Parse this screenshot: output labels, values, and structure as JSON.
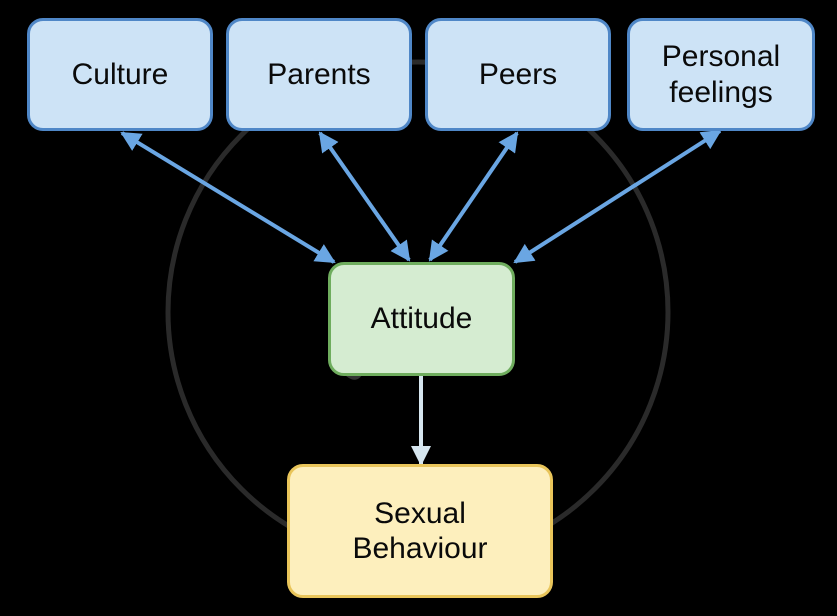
{
  "diagram": {
    "nodes": [
      {
        "id": "culture",
        "label": "Culture",
        "color": "blue"
      },
      {
        "id": "parents",
        "label": "Parents",
        "color": "blue"
      },
      {
        "id": "peers",
        "label": "Peers",
        "color": "blue"
      },
      {
        "id": "personal-feelings",
        "label": "Personal\nfeelings",
        "color": "blue"
      },
      {
        "id": "attitude",
        "label": "Attitude",
        "color": "green"
      },
      {
        "id": "sexual-behaviour",
        "label": "Sexual\nBehaviour",
        "color": "yellow"
      }
    ],
    "edges": [
      {
        "from": "culture",
        "to": "attitude",
        "direction": "both"
      },
      {
        "from": "parents",
        "to": "attitude",
        "direction": "both"
      },
      {
        "from": "peers",
        "to": "attitude",
        "direction": "both"
      },
      {
        "from": "personal-feelings",
        "to": "attitude",
        "direction": "both"
      },
      {
        "from": "attitude",
        "to": "sexual-behaviour",
        "direction": "forward"
      }
    ],
    "colors": {
      "background": "#000000",
      "blue_fill": "#cde3f6",
      "blue_border": "#4f87c7",
      "green_fill": "#d5ecd1",
      "green_border": "#6fad5e",
      "yellow_fill": "#fdefbd",
      "yellow_border": "#e9c55a",
      "influence_arrow": "#6aa6e3",
      "behaviour_arrow": "#d6e6ef"
    },
    "watermark": "alaa."
  }
}
